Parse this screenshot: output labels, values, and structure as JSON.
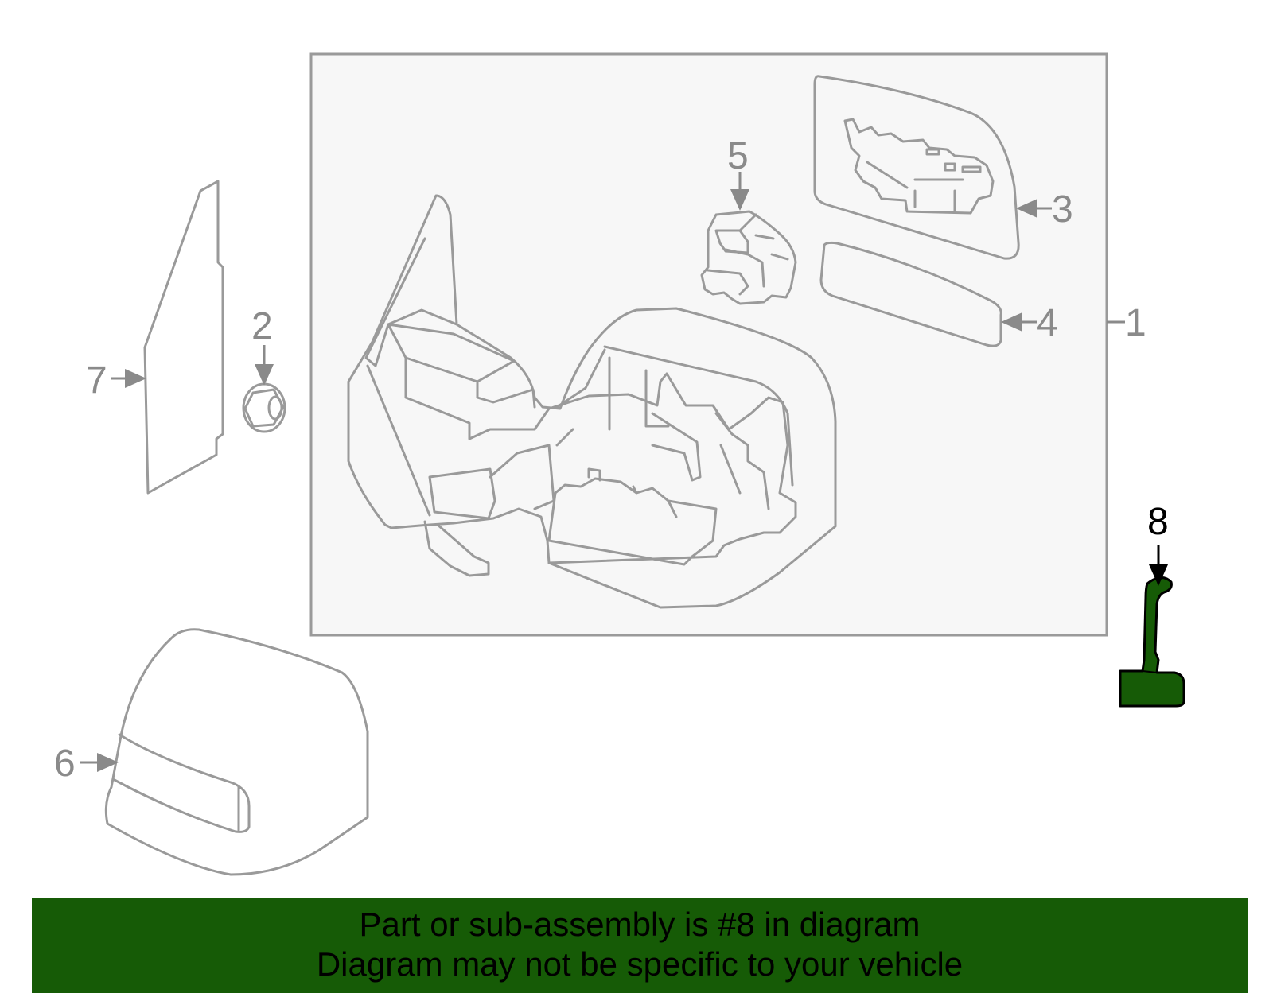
{
  "callouts": {
    "c1": "1",
    "c2": "2",
    "c3": "3",
    "c4": "4",
    "c5": "5",
    "c6": "6",
    "c7": "7",
    "c8": "8"
  },
  "banner": {
    "line1": "Part or sub-assembly is #8 in diagram",
    "line2": "Diagram may not be specific to your vehicle"
  },
  "colors": {
    "highlight_part": "#165b06",
    "banner_background": "#165b06",
    "line_art": "#9a9a9a",
    "assembly_box_fill": "#f7f7f7"
  }
}
